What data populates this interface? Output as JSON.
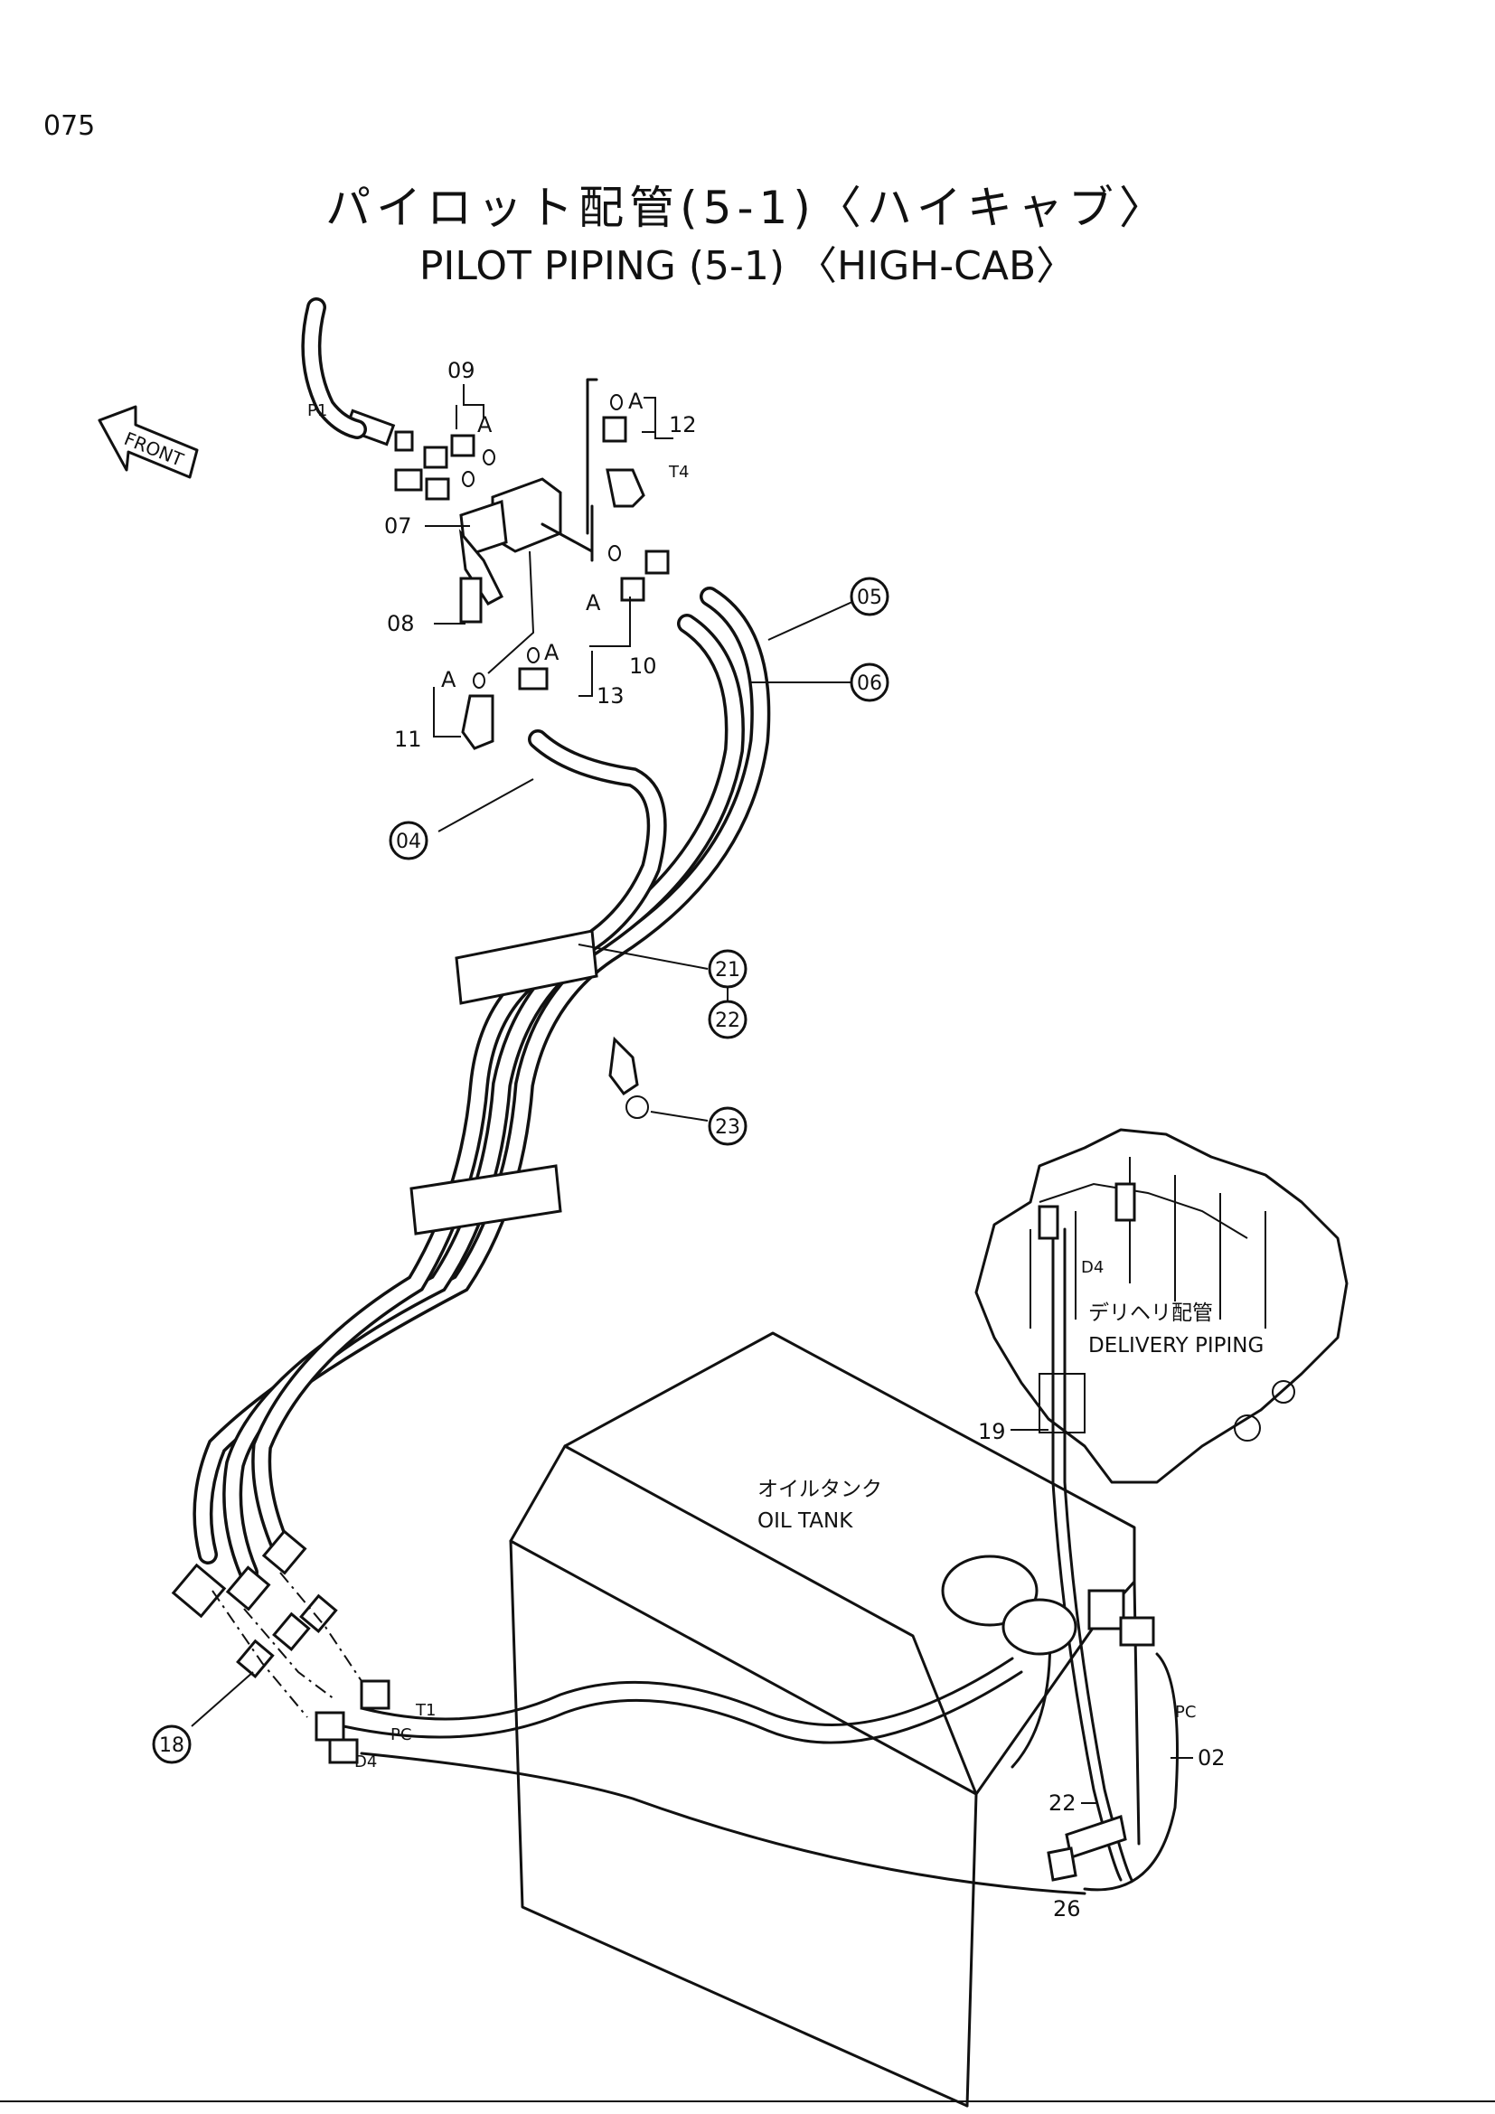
{
  "page": {
    "number": "075"
  },
  "title": {
    "jp": "パイロット配管(5-1)〈ハイキャブ〉",
    "en": "PILOT PIPING (5-1) 〈HIGH-CAB〉"
  },
  "direction": {
    "label": "FRONT"
  },
  "labels": {
    "oil_tank_jp": "オイルタンク",
    "oil_tank_en": "OIL TANK",
    "delivery_jp": "デリヘリ配管",
    "delivery_en": "DELIVERY PIPING"
  },
  "ports": [
    "P1",
    "T4",
    "D4",
    "T1",
    "PC",
    "D4",
    "PC"
  ],
  "parts": {
    "p09": "09",
    "p12": "12",
    "p07": "07",
    "p08": "08",
    "p10": "10",
    "p11": "11",
    "p13": "13",
    "p19": "19",
    "p22": "22",
    "p26": "26",
    "p02": "02"
  },
  "callouts": [
    "05",
    "06",
    "04",
    "21",
    "22",
    "23",
    "18"
  ],
  "detail_marker": "A"
}
